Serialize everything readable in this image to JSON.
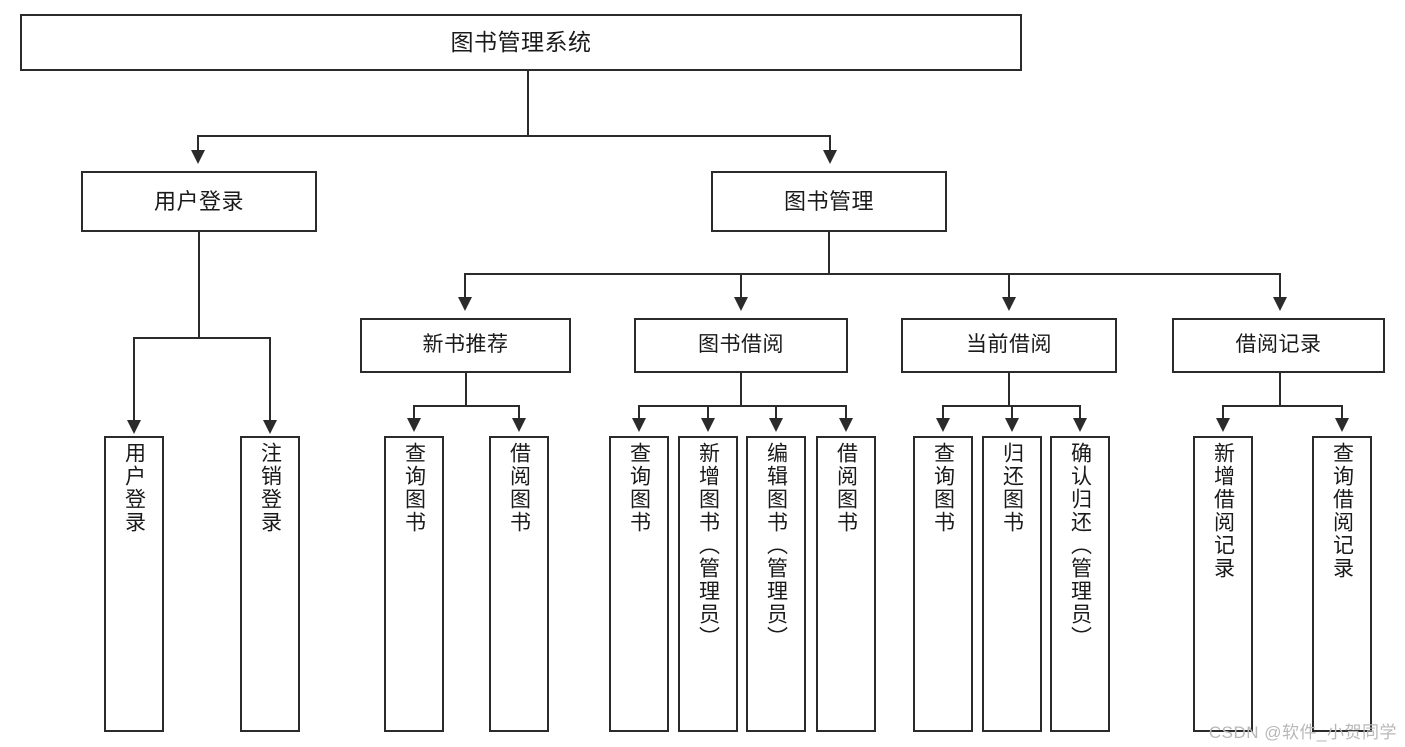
{
  "diagram": {
    "title": "图书管理系统",
    "watermark": "CSDN @软件_小贺同学",
    "type": "tree-hierarchy",
    "orientation": "top-down",
    "colors": {
      "background": "#ffffff",
      "box_border": "#2b2b2b",
      "box_fill": "#ffffff",
      "text": "#1a1a1a",
      "connector": "#2b2b2b",
      "watermark": "#b8b8b8"
    },
    "root": {
      "label": "图书管理系统"
    },
    "level2": [
      {
        "label": "用户登录"
      },
      {
        "label": "图书管理"
      }
    ],
    "level3": [
      {
        "label": "新书推荐"
      },
      {
        "label": "图书借阅"
      },
      {
        "label": "当前借阅"
      },
      {
        "label": "借阅记录"
      }
    ],
    "leaves": {
      "user_login": [
        {
          "label": "用户登录"
        },
        {
          "label": "注销登录"
        }
      ],
      "new_book_recommend": [
        {
          "label": "查询图书"
        },
        {
          "label": "借阅图书"
        }
      ],
      "book_borrow": [
        {
          "label": "查询图书"
        },
        {
          "label": "新增图书（管理员）"
        },
        {
          "label": "编辑图书（管理员）"
        },
        {
          "label": "借阅图书"
        }
      ],
      "current_borrow": [
        {
          "label": "查询图书"
        },
        {
          "label": "归还图书"
        },
        {
          "label": "确认归还（管理员）"
        }
      ],
      "borrow_record": [
        {
          "label": "新增借阅记录"
        },
        {
          "label": "查询借阅记录"
        }
      ]
    }
  }
}
